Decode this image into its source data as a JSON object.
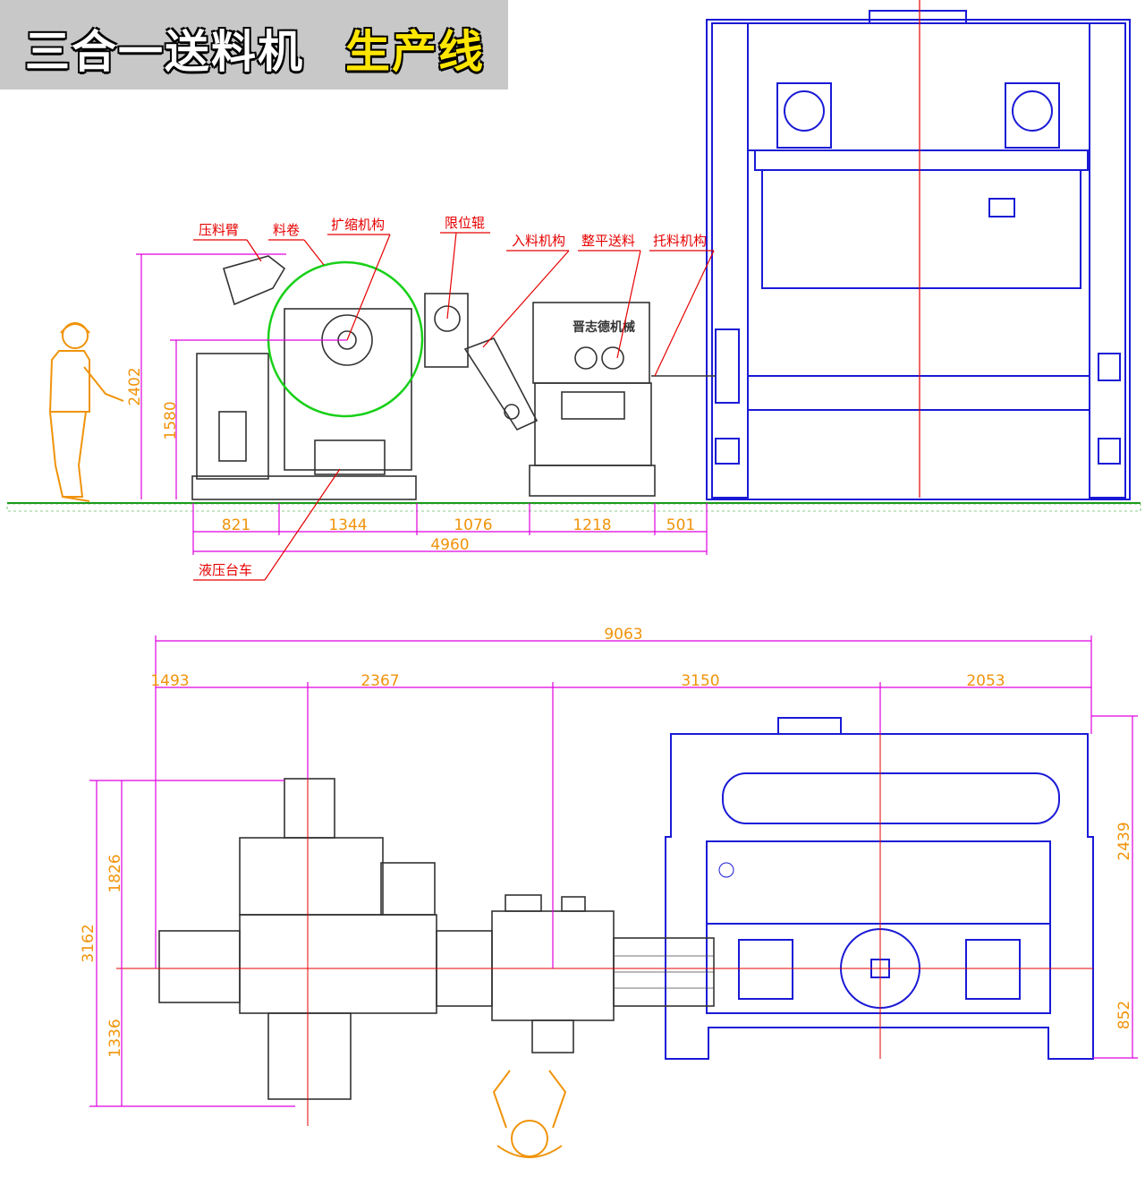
{
  "title": {
    "main": "三合一送料机",
    "accent": "生产线"
  },
  "machine_plate": "晋志德机械",
  "colors": {
    "press": "#1a1ad6",
    "feeder": "#333333",
    "dimension": "#e000e0",
    "dim_text": "#f0930a",
    "label": "#e60000",
    "coil": "#18d018",
    "operator": "#f0930a",
    "ground": "#1a9a1a"
  },
  "side_view": {
    "callouts": [
      {
        "id": "press-arm",
        "text": "压料臂"
      },
      {
        "id": "coil",
        "text": "料卷"
      },
      {
        "id": "expansion",
        "text": "扩缩机构"
      },
      {
        "id": "limit-roller",
        "text": "限位辊"
      },
      {
        "id": "feed-in",
        "text": "入料机构"
      },
      {
        "id": "leveler-feed",
        "text": "整平送料"
      },
      {
        "id": "support",
        "text": "托料机构"
      },
      {
        "id": "hydraulic-cart",
        "text": "液压台车"
      }
    ],
    "heights": [
      "2402",
      "1580"
    ],
    "segments": [
      "821",
      "1344",
      "1076",
      "1218",
      "501"
    ],
    "total": "4960"
  },
  "plan_view": {
    "overall": "9063",
    "segments": [
      "1493",
      "2367",
      "3150",
      "2053"
    ],
    "left_dims": [
      "3162",
      "1826",
      "1336"
    ],
    "right_dims": [
      "2439",
      "852"
    ]
  }
}
